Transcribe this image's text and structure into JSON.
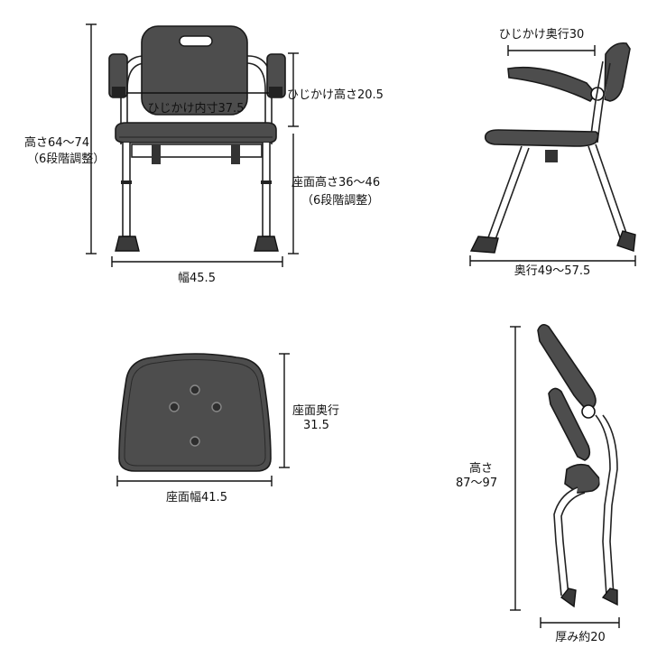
{
  "front_view": {
    "armrest_inner_width": "ひじかけ内寸37.5",
    "armrest_height": "ひじかけ高さ20.5",
    "total_height": [
      "高さ64～74",
      "（6段階調整）"
    ],
    "seat_height": [
      "座面高さ36～46",
      "（6段階調整）"
    ],
    "width": "幅45.5"
  },
  "side_view": {
    "armrest_depth": "ひじかけ奥行30",
    "depth": "奥行49～57.5"
  },
  "seat_view": {
    "seat_depth": [
      "座面奥行",
      "31.5"
    ],
    "seat_width": "座面幅41.5"
  },
  "folded_view": {
    "height": [
      "高さ",
      "87～97"
    ],
    "thickness": "厚み約20"
  },
  "colors": {
    "seat": "#4d4d4d",
    "line": "#111111"
  }
}
